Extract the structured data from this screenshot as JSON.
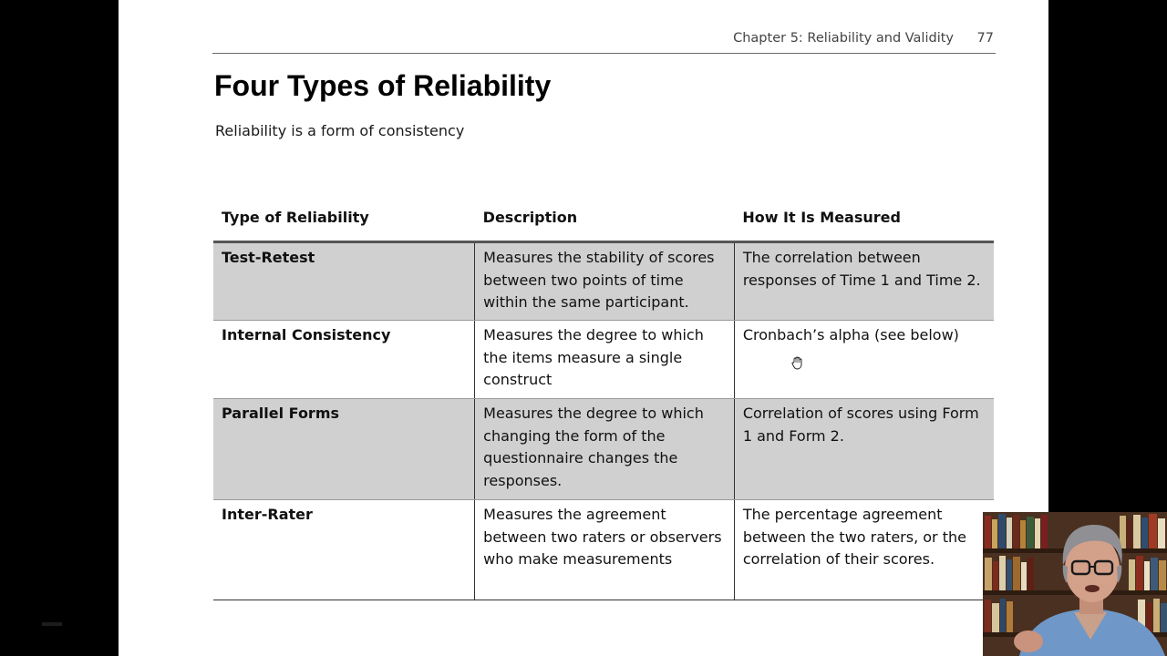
{
  "header": {
    "chapter": "Chapter 5: Reliability and Validity",
    "page_number": "77"
  },
  "slide": {
    "title": "Four Types of Reliability",
    "subtitle": "Reliability is a form of consistency"
  },
  "table": {
    "columns": [
      "Type of Reliability",
      "Description",
      "How It Is Measured"
    ],
    "rows": [
      {
        "type": "Test-Retest",
        "description": "Measures the stability of scores between two points of time within the same participant.",
        "measured": "The correlation between responses of Time 1 and Time 2."
      },
      {
        "type": "Internal Consistency",
        "description": "Measures the degree to which the items measure a single construct",
        "measured": "Cronbach’s alpha (see below)"
      },
      {
        "type": "Parallel Forms",
        "description": "Measures the degree to which changing the form of the questionnaire changes the responses.",
        "measured": "Correlation of scores using Form 1 and Form 2."
      },
      {
        "type": "Inter-Rater",
        "description": "Measures the agreement between two raters or observers who make measurements",
        "measured": "The percentage agreement between the two raters, or the correlation of their scores."
      }
    ]
  },
  "icons": {
    "cursor": "hand-grab-icon"
  },
  "colors": {
    "shaded_row": "#d0d0d0",
    "background": "#000000",
    "page": "#ffffff"
  }
}
